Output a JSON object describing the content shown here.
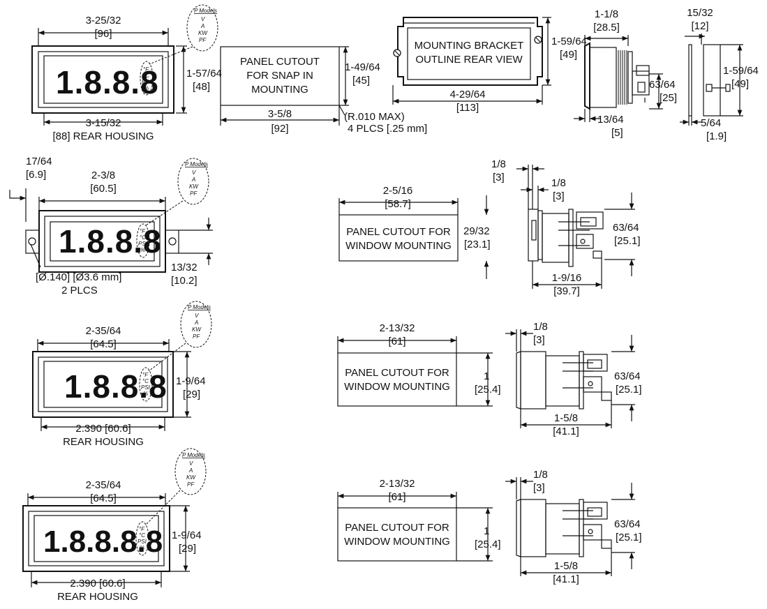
{
  "colors": {
    "ink": "#111111",
    "paper": "#ffffff"
  },
  "models": {
    "heading": "P Models",
    "items": [
      "V",
      "A",
      "KW",
      "PF"
    ],
    "units": [
      "°F",
      "°C",
      "PSI",
      "%"
    ]
  },
  "meters": {
    "m1": {
      "digits": "1.8.8.8",
      "width": "3-25/32",
      "width_mm": "[96]",
      "height": "1-57/64",
      "height_mm": "[48]",
      "rear": "3-15/32",
      "rear_mm": "[88] REAR HOUSING"
    },
    "m2": {
      "digits": "1.8.8.8",
      "offset": "17/64",
      "offset_mm": "[6.9]",
      "width": "2-3/8",
      "width_mm": "[60.5]",
      "height": "13/32",
      "height_mm": "[10.2]",
      "hole": "[Ø.140] [Ø3.6 mm]",
      "hole_count": "2 PLCS"
    },
    "m3": {
      "digits": "1.8.8.8",
      "width": "2-35/64",
      "width_mm": "[64.5]",
      "height": "1-9/64",
      "height_mm": "[29]",
      "rear": "2.390 [60.6]",
      "rear_label": "REAR HOUSING"
    },
    "m4": {
      "digits": "1.8.8.8.8",
      "width": "2-35/64",
      "width_mm": "[64.5]",
      "height": "1-9/64",
      "height_mm": "[29]",
      "rear": "2.390 [60.6]",
      "rear_label": "REAR HOUSING"
    }
  },
  "snap_cutout": {
    "lines": [
      "PANEL CUTOUT",
      "FOR SNAP IN",
      "MOUNTING"
    ],
    "height": "1-49/64",
    "height_mm": "[45]",
    "width": "3-5/8",
    "width_mm": "[92]",
    "radius": "(R.010 MAX)",
    "radius_count": "4 PLCS [.25 mm]"
  },
  "bracket": {
    "lines": [
      "MOUNTING BRACKET",
      "OUTLINE REAR VIEW"
    ],
    "height": "1-59/64",
    "height_mm": "[49]",
    "width": "4-29/64",
    "width_mm": "[113]"
  },
  "side1": {
    "top": "1-1/8",
    "top_mm": "[28.5]",
    "depth": "63/64",
    "depth_mm": "[25]",
    "bottom": "13/64",
    "bottom_mm": "[5]"
  },
  "clip": {
    "top": "15/32",
    "top_mm": "[12]",
    "height": "1-59/64",
    "height_mm": "[49]",
    "bottom": "5/64",
    "bottom_mm": "[1.9]"
  },
  "window_cutouts": [
    {
      "lines": [
        "PANEL CUTOUT FOR",
        "WINDOW MOUNTING"
      ],
      "width": "2-5/16",
      "width_mm": "[58.7]",
      "height": "29/32",
      "height_mm": "[23.1]"
    },
    {
      "lines": [
        "PANEL CUTOUT FOR",
        "WINDOW MOUNTING"
      ],
      "width": "2-13/32",
      "width_mm": "[61]",
      "height": "1",
      "height_mm": "[25.4]"
    },
    {
      "lines": [
        "PANEL CUTOUT FOR",
        "WINDOW MOUNTING"
      ],
      "width": "2-13/32",
      "width_mm": "[61]",
      "height": "1",
      "height_mm": "[25.4]"
    }
  ],
  "window_sides": [
    {
      "bezel": "1/8",
      "bezel_mm": "[3]",
      "panel": "1/8",
      "panel_mm": "[3]",
      "depth": "63/64",
      "depth_mm": "[25.1]",
      "length": "1-9/16",
      "length_mm": "[39.7]"
    },
    {
      "bezel": "1/8",
      "bezel_mm": "[3]",
      "depth": "63/64",
      "depth_mm": "[25.1]",
      "length": "1-5/8",
      "length_mm": "[41.1]"
    },
    {
      "bezel": "1/8",
      "bezel_mm": "[3]",
      "depth": "63/64",
      "depth_mm": "[25.1]",
      "length": "1-5/8",
      "length_mm": "[41.1]"
    }
  ]
}
